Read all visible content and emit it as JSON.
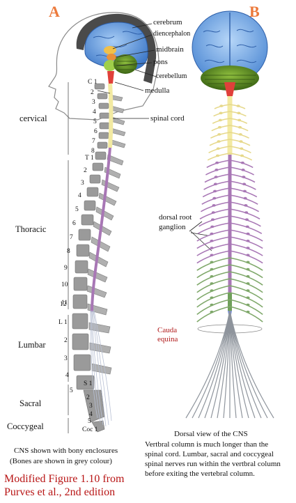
{
  "panels": {
    "a": "A",
    "b": "B"
  },
  "regions": [
    "cervical",
    "Thoracic",
    "Lumbar",
    "Sacral",
    "Coccygeal"
  ],
  "structures": {
    "cerebrum": "cerebrum",
    "diencephalon": "diencephalon",
    "midbrain": "midbrain",
    "pons": "pons",
    "cerebellum": "cerebellum",
    "medulla": "medulla",
    "spinal_cord": "spinal cord"
  },
  "dorsal_root_ganglion": [
    "dorsal root",
    "ganglion"
  ],
  "cauda_equina": [
    "Cauda",
    "equina"
  ],
  "vertebrae": {
    "cervical": [
      "C 1",
      "2",
      "3",
      "4",
      "5",
      "6",
      "7",
      "8"
    ],
    "thoracic": [
      "T 1",
      "2",
      "3",
      "4",
      "5",
      "6",
      "7",
      "8",
      "9",
      "10",
      "11",
      "12"
    ],
    "lumbar": [
      "L 1",
      "2",
      "3",
      "4",
      "5"
    ],
    "sacral": [
      "S 1",
      "2",
      "3",
      "4",
      "5"
    ],
    "coccygeal": [
      "Coc 1"
    ]
  },
  "captions": {
    "left": [
      "CNS shown with bony enclosures",
      "(Bones are shown in grey colour)"
    ],
    "right_title": "Dorsal view of the CNS",
    "right": [
      "Vertbral column is much longer than the",
      "spinal cord.  Lumbar, sacral and coccygeal",
      "spinal nerves run within the vertbral column",
      "before exiting the vertebral column."
    ]
  },
  "credit": [
    "Modified Figure 1.10 from",
    "Purves et al., 2nd edition"
  ],
  "colors": {
    "panel_letter": "#ec7a3c",
    "credit": "#b81515",
    "cauda_label": "#b01818",
    "brain": "#6d9fe8",
    "cerebellum": "#58821e",
    "medulla": "#e0403a",
    "cord": "#f3eaa2",
    "thoracic_cord": "#a877b5",
    "bone": "#9a9a9a"
  }
}
